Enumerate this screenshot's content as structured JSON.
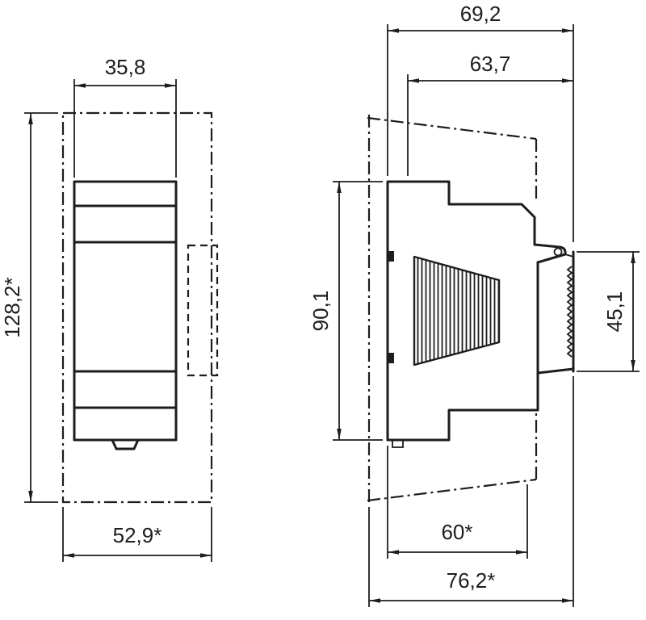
{
  "colors": {
    "line": "#1d1d1b",
    "background": "#ffffff"
  },
  "front_view": {
    "dim_width_top": "35,8",
    "dim_height_left": "128,2*",
    "dim_width_bottom": "52,9*"
  },
  "side_view": {
    "dim_depth_total": "69,2",
    "dim_depth_body": "63,7",
    "dim_height_front": "90,1",
    "dim_height_rail": "45,1",
    "dim_depth_bottom_inner": "60*",
    "dim_depth_bottom_outer": "76,2*"
  }
}
